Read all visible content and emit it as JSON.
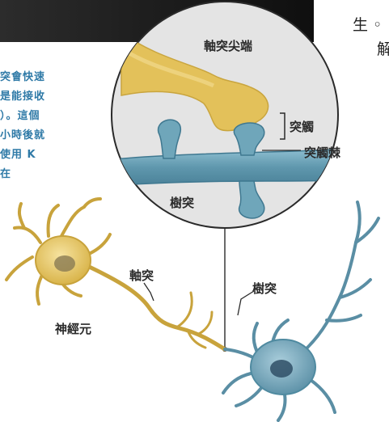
{
  "page_text": {
    "line1": "生 ◦",
    "line2": "解"
  },
  "side_text_lines": [
    "突會快速",
    "是能接收",
    "）。這個",
    "小時後就",
    "使用 K",
    "在"
  ],
  "labels": {
    "axon_terminal": "軸突尖端",
    "synapse": "突觸",
    "dendritic_spine": "突觸棘",
    "dendrite_zoom": "樹突",
    "axon": "軸突",
    "dendrite": "樹突",
    "neuron": "神經元"
  },
  "colors": {
    "axon_yellow": "#e6c45a",
    "dendrite_blue": "#6fa3b8",
    "circle_bg": "#e3e3e3"
  }
}
